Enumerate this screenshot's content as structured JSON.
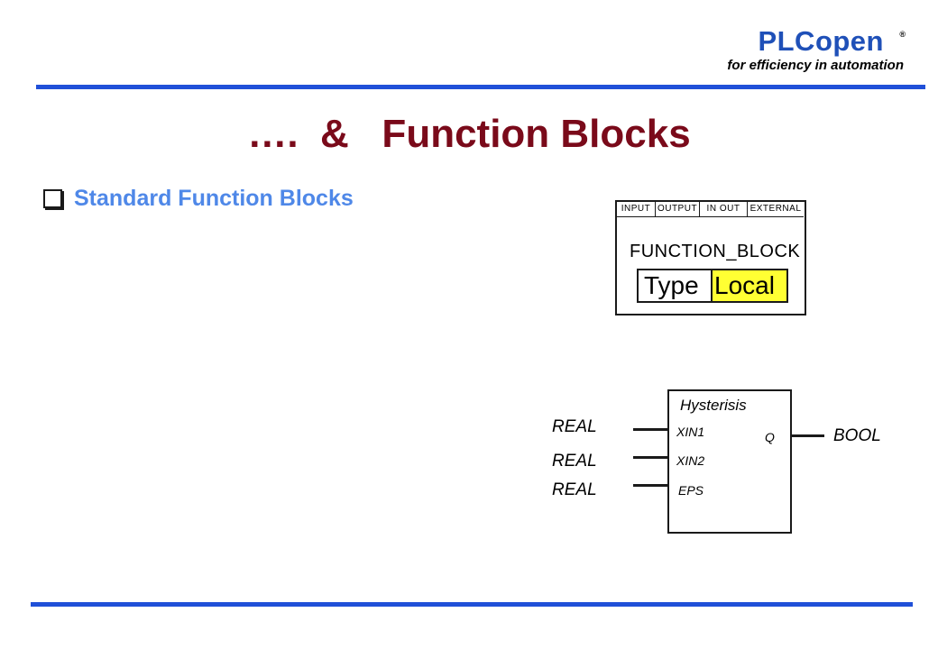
{
  "header": {
    "brand": "PLCopen",
    "registered": "®",
    "tagline": "for efficiency in automation",
    "accent_color": "#2050d8"
  },
  "slide": {
    "title": "….  &   Function Blocks",
    "title_color": "#7a0a1a",
    "bullet": "Standard Function Blocks",
    "bullet_color": "#4f88e8"
  },
  "declaration": {
    "tabs": [
      "INPUT",
      "OUTPUT",
      "IN OUT",
      "EXTERNAL"
    ],
    "keyword": "FUNCTION_BLOCK",
    "type_label": "Type",
    "local_label": "Local",
    "local_color": "#ffff33"
  },
  "function_block": {
    "name": "Hysterisis",
    "inputs": [
      {
        "pin": "XIN1",
        "type": "REAL"
      },
      {
        "pin": "XIN2",
        "type": "REAL"
      },
      {
        "pin": "EPS",
        "type": "REAL"
      }
    ],
    "outputs": [
      {
        "pin": "Q",
        "type": "BOOL"
      }
    ]
  }
}
